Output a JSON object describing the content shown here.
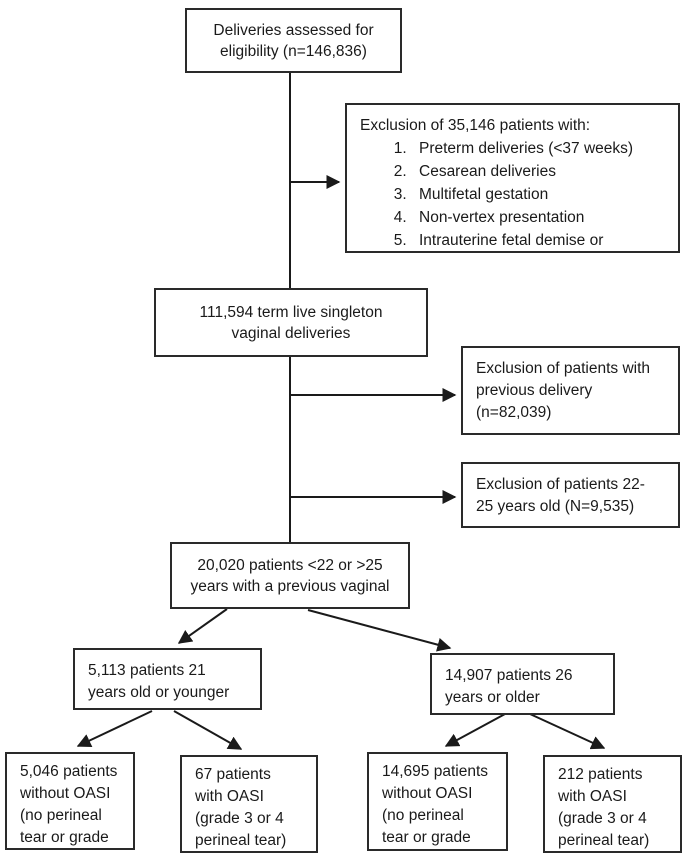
{
  "diagram": {
    "type": "patient-flow-diagram",
    "colors": {
      "background": "#ffffff",
      "box_border": "#2a2a2a",
      "text": "#1a1a1a",
      "line": "#1a1a1a"
    },
    "boxes": {
      "eligibility": {
        "text": "Deliveries assessed for\neligibility (n=146,836)"
      },
      "exclusion_initial": {
        "title": "Exclusion of 35,146 patients with:",
        "items": [
          "Preterm deliveries (<37 weeks)",
          "Cesarean deliveries",
          "Multifetal gestation",
          "Non-vertex presentation",
          "Intrauterine fetal demise or"
        ]
      },
      "term_singleton": {
        "text": "111,594 term live singleton\nvaginal deliveries"
      },
      "exclusion_previous_delivery": {
        "text": "Exclusion of patients with\nprevious delivery\n(n=82,039)"
      },
      "exclusion_age_22_25": {
        "text": "Exclusion of patients 22-\n25 years old (N=9,535)"
      },
      "cohort": {
        "text": "20,020 patients <22 or >25\nyears with a previous vaginal"
      },
      "age_21_younger": {
        "text": "5,113 patients 21\nyears old or younger"
      },
      "age_26_older": {
        "text": "14,907 patients 26\nyears or older"
      },
      "young_no_oasi": {
        "text": "5,046 patients\nwithout OASI\n(no perineal\ntear or grade"
      },
      "young_oasi": {
        "text": "67 patients\nwith OASI\n(grade 3 or 4\nperineal tear)"
      },
      "older_no_oasi": {
        "text": "14,695 patients\nwithout OASI\n(no perineal\ntear or grade"
      },
      "older_oasi": {
        "text": "212 patients\nwith OASI\n(grade 3 or 4\nperineal tear)"
      }
    }
  }
}
